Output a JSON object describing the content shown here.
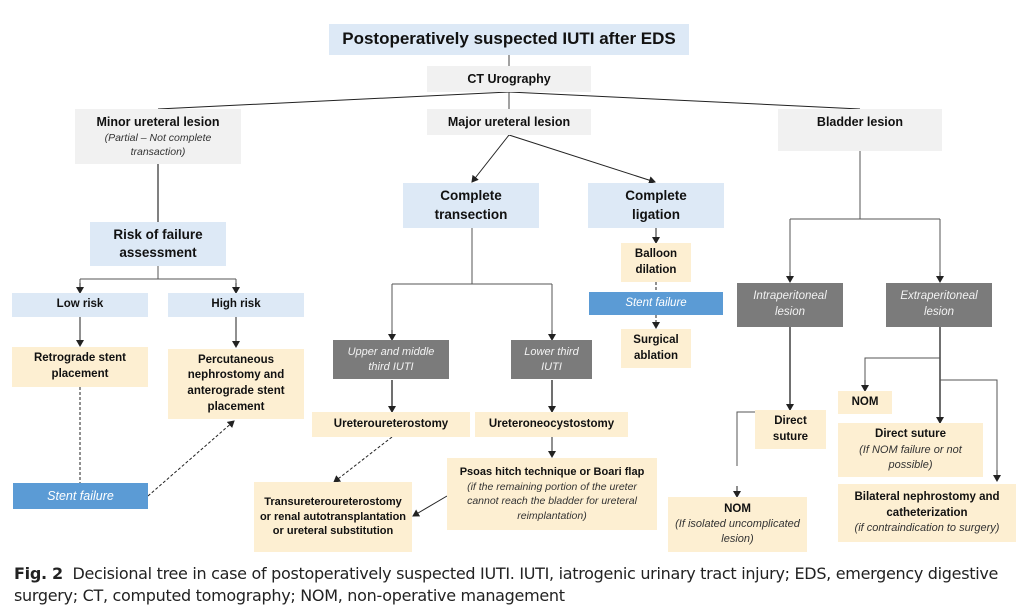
{
  "colors": {
    "root_fill": "#dde9f6",
    "gray_fill": "#f1f1f1",
    "lightblue_fill": "#dde9f6",
    "peach_fill": "#fdefd2",
    "stent_failure_fill": "#5b9bd5",
    "dark_fill": "#7b7b7b",
    "edge": "#222222"
  },
  "nodes": {
    "root": {
      "title": "Postoperatively suspected IUTI after EDS"
    },
    "ct": {
      "title": "CT Urography"
    },
    "minor": {
      "title": "Minor ureteral lesion",
      "subtitle": "(Partial – Not complete transaction)"
    },
    "major": {
      "title": "Major ureteral lesion"
    },
    "bladder": {
      "title": "Bladder lesion"
    },
    "risk": {
      "title": "Risk of failure assessment"
    },
    "low_risk": {
      "title": "Low risk"
    },
    "high_risk": {
      "title": "High risk"
    },
    "retrograde": {
      "title": "Retrograde stent placement"
    },
    "percutaneous": {
      "title": "Percutaneous nephrostomy and anterograde stent placement"
    },
    "stent_failure_left": {
      "title": "Stent failure"
    },
    "transection": {
      "title": "Complete transection"
    },
    "ligation": {
      "title": "Complete ligation"
    },
    "balloon": {
      "title": "Balloon dilation"
    },
    "stent_failure_mid": {
      "title": "Stent failure"
    },
    "surgical_ablation": {
      "title": "Surgical ablation"
    },
    "upper_middle": {
      "title": "Upper and middle third IUTI"
    },
    "lower_third": {
      "title": "Lower third IUTI"
    },
    "uu": {
      "title": "Ureteroureterostomy"
    },
    "un": {
      "title": "Ureteroneocystostomy"
    },
    "psoas": {
      "title": "Psoas hitch technique or Boari flap",
      "subtitle": "(if the remaining portion of the ureter cannot reach the bladder for ureteral reimplantation)"
    },
    "transuretero": {
      "title": "Transureteroureterostomy or renal autotransplantation or ureteral substitution"
    },
    "intraperitoneal": {
      "title": "Intraperitoneal lesion"
    },
    "extraperitoneal": {
      "title": "Extraperitoneal lesion"
    },
    "direct_suture_intra": {
      "title": "Direct suture"
    },
    "nom_intra": {
      "title": "NOM",
      "subtitle": "(If isolated uncomplicated  lesion)"
    },
    "nom_extra": {
      "title": "NOM"
    },
    "direct_suture_extra": {
      "title": "Direct suture",
      "subtitle": "(If NOM failure or not possible)"
    },
    "bilateral": {
      "title": "Bilateral nephrostomy and catheterization",
      "subtitle": "(if contraindication to surgery)"
    }
  },
  "caption": {
    "label": "Fig. 2",
    "text": "Decisional tree in case of postoperatively suspected IUTI. IUTI, iatrogenic urinary tract injury; EDS, emergency digestive surgery; CT, computed tomography; NOM, non-operative management"
  }
}
